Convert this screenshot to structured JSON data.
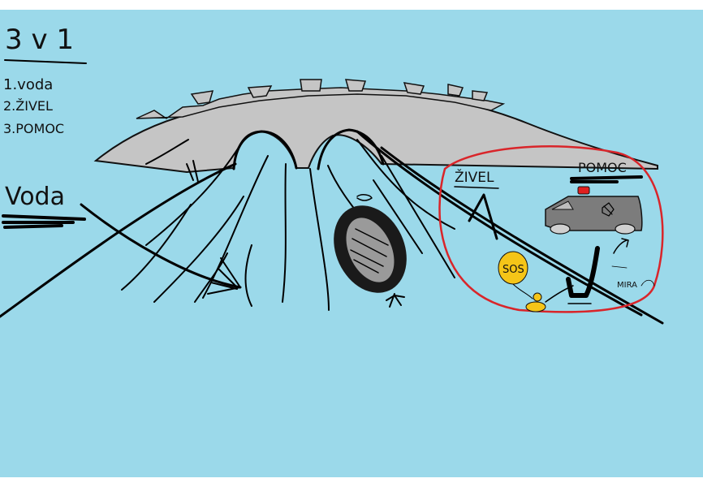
{
  "drawing": {
    "heading": "3 v 1",
    "list": [
      "1.voda",
      "2.ŽIVEL",
      "3.POMOC"
    ],
    "left_label": "Voda",
    "zivel_label": "ŽIVEL",
    "pomoc_label": "POMOC",
    "sos_text": "SOS",
    "signature": "MIRA"
  },
  "colors": {
    "sky": "#9bd9ea",
    "bridge": "#c5c5c5",
    "van": "#7c7c7c",
    "circle": "#d9252a",
    "balloon": "#f5c518",
    "siren": "#e02020"
  }
}
